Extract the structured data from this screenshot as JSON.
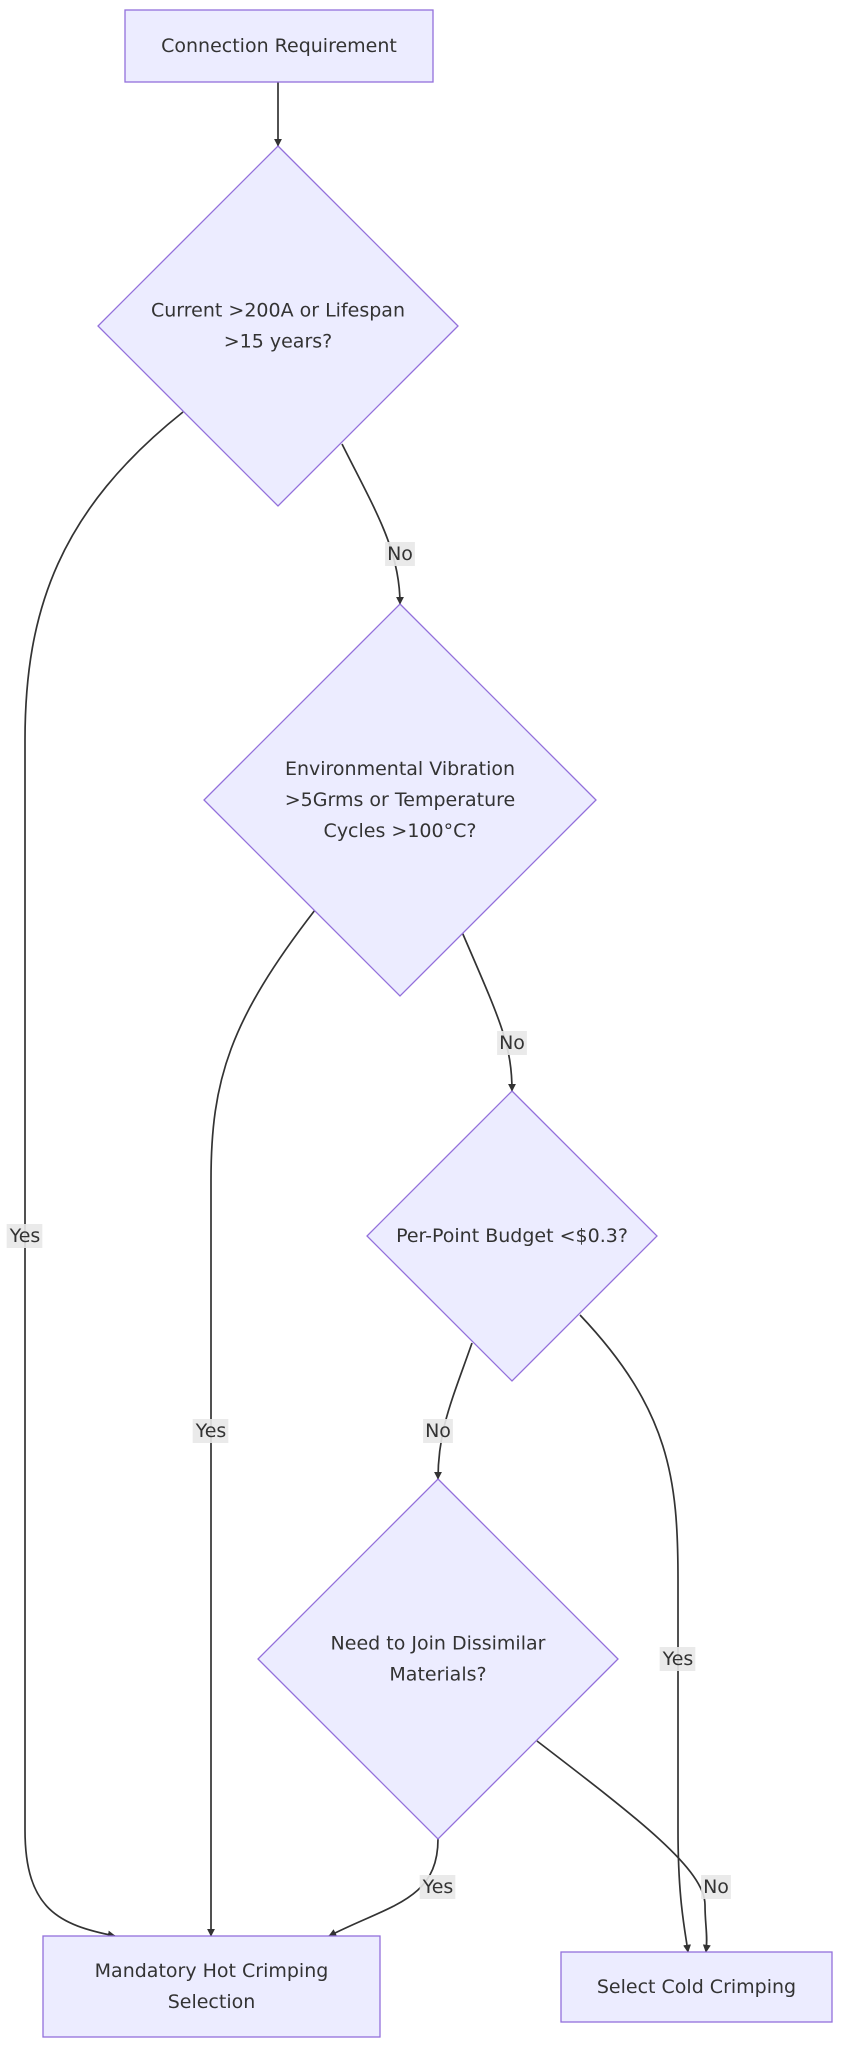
{
  "diagram": {
    "type": "flowchart",
    "colors": {
      "node_fill": "#ececff",
      "node_stroke": "#9370db",
      "edge": "#333333",
      "label_bg": "#e8e8e8",
      "text": "#333333"
    },
    "nodes": [
      {
        "id": "start",
        "shape": "rect",
        "lines": [
          "Connection Requirement"
        ]
      },
      {
        "id": "q1",
        "shape": "diamond",
        "lines": [
          "Current >200A or Lifespan",
          ">15 years?"
        ]
      },
      {
        "id": "q2",
        "shape": "diamond",
        "lines": [
          "Environmental Vibration",
          ">5Grms or Temperature",
          "Cycles >100°C?"
        ]
      },
      {
        "id": "q3",
        "shape": "diamond",
        "lines": [
          "Per-Point Budget <$0.3?"
        ]
      },
      {
        "id": "q4",
        "shape": "diamond",
        "lines": [
          "Need to Join Dissimilar",
          "Materials?"
        ]
      },
      {
        "id": "hot",
        "shape": "rect",
        "lines": [
          "Mandatory Hot Crimping",
          "Selection"
        ]
      },
      {
        "id": "cold",
        "shape": "rect",
        "lines": [
          "Select Cold Crimping"
        ]
      }
    ],
    "edges": [
      {
        "id": "start-q1",
        "from": "start",
        "to": "q1",
        "label": ""
      },
      {
        "id": "q1-hot",
        "from": "q1",
        "to": "hot",
        "label": "Yes"
      },
      {
        "id": "q1-q2",
        "from": "q1",
        "to": "q2",
        "label": "No"
      },
      {
        "id": "q2-hot",
        "from": "q2",
        "to": "hot",
        "label": "Yes"
      },
      {
        "id": "q2-q3",
        "from": "q2",
        "to": "q3",
        "label": "No"
      },
      {
        "id": "q3-cold",
        "from": "q3",
        "to": "cold",
        "label": "Yes"
      },
      {
        "id": "q3-q4",
        "from": "q3",
        "to": "q4",
        "label": "No"
      },
      {
        "id": "q4-hot",
        "from": "q4",
        "to": "hot",
        "label": "Yes"
      },
      {
        "id": "q4-cold",
        "from": "q4",
        "to": "cold",
        "label": "No"
      }
    ]
  }
}
